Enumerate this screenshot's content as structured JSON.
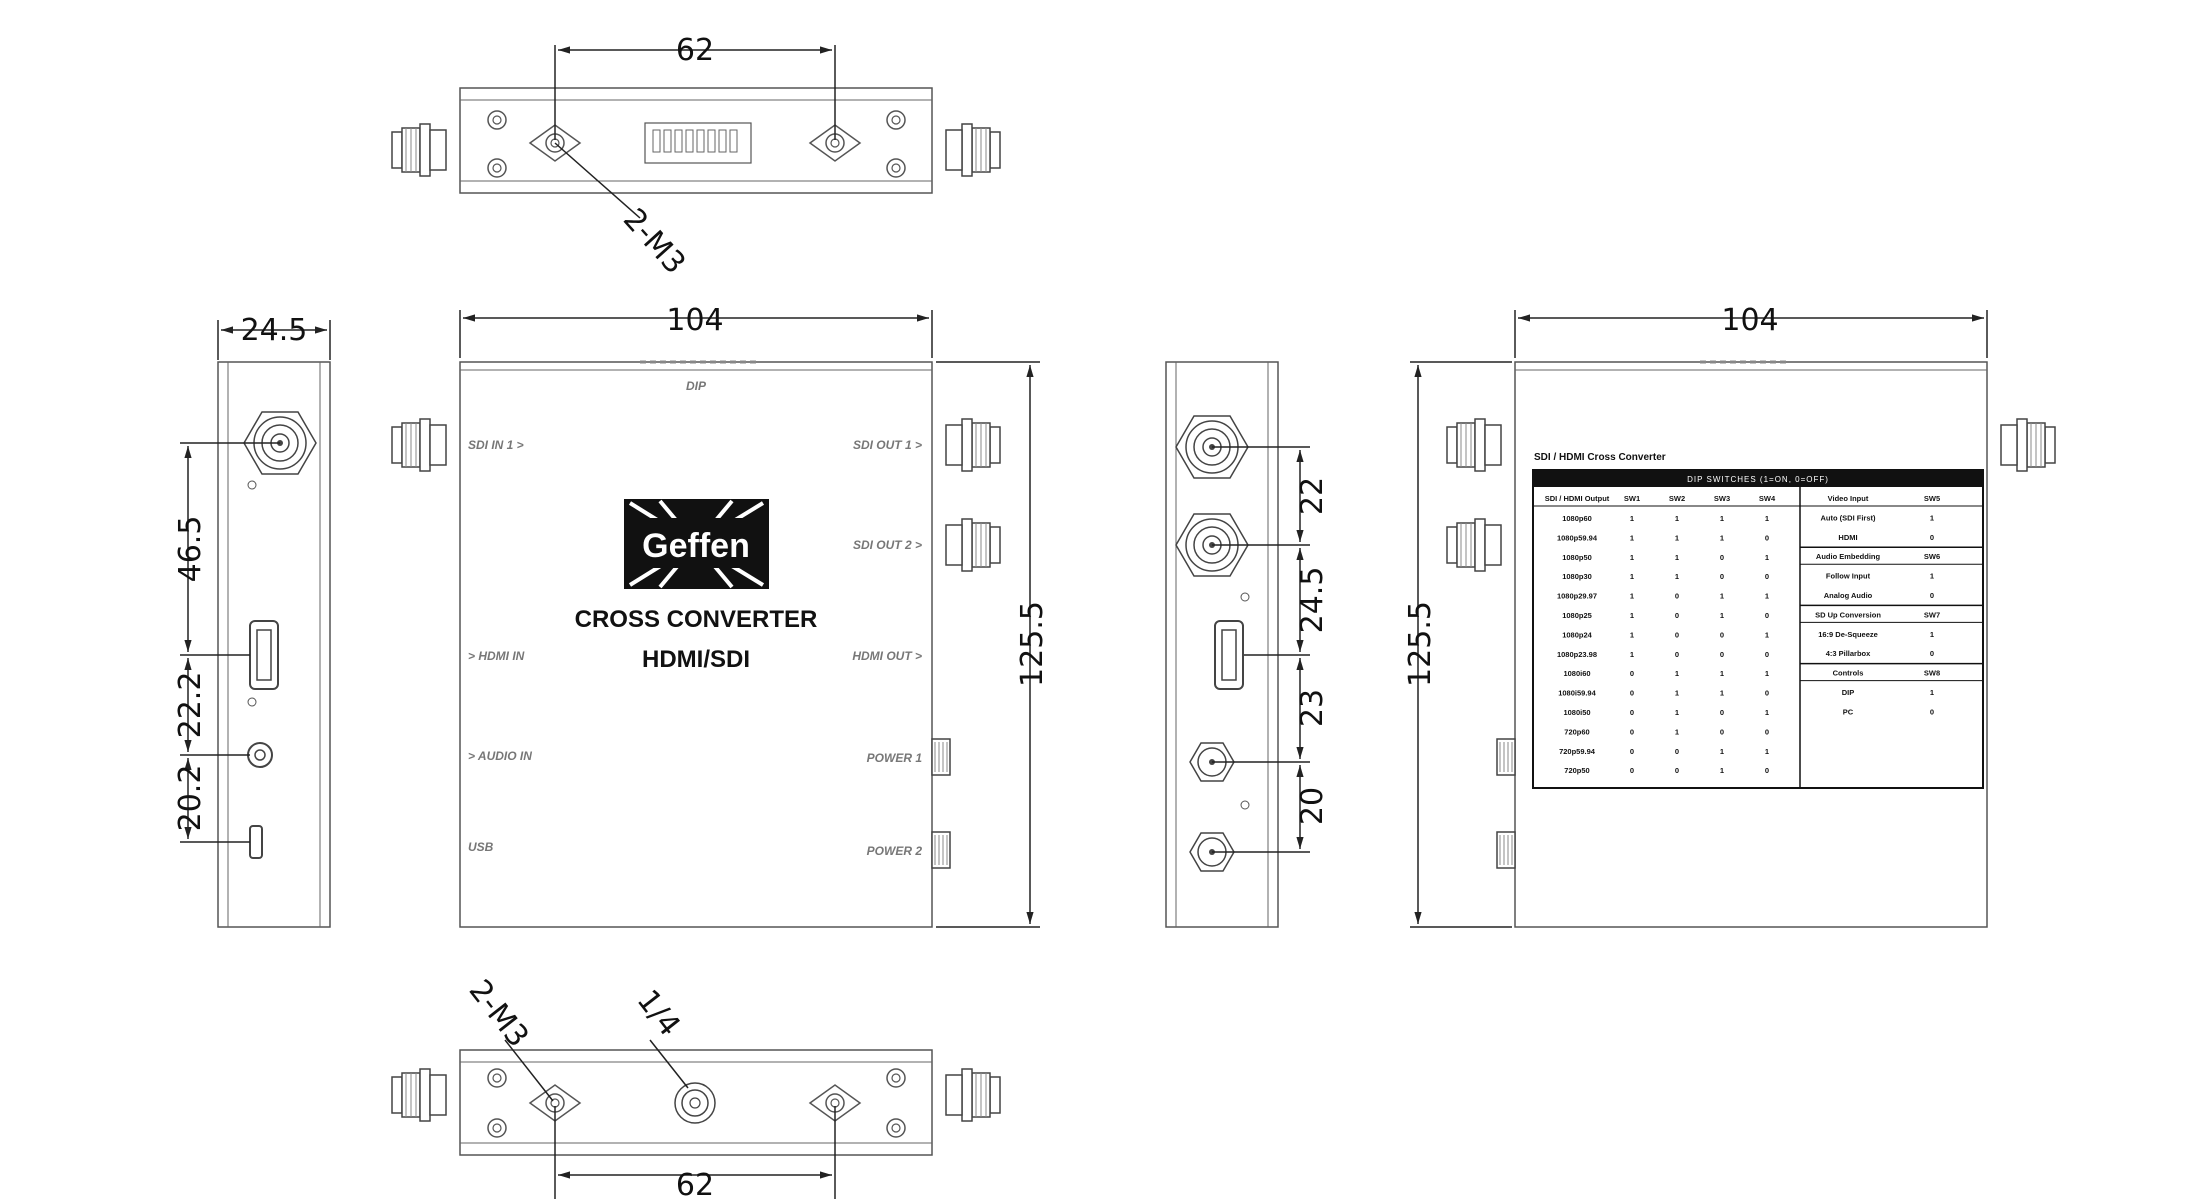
{
  "views": {
    "top": {
      "dim_width": "62",
      "hole_callout": "2-M3"
    },
    "side_left": {
      "dim_width": "24.5",
      "dim_a": "46.5",
      "dim_b": "22.2",
      "dim_c": "20.2"
    },
    "front": {
      "dim_width": "104",
      "dim_height": "125.5",
      "dip_label": "DIP",
      "left_labels": [
        "SDI IN 1 >",
        "> HDMI IN",
        "> AUDIO IN",
        "USB"
      ],
      "right_labels": [
        "SDI OUT 1 >",
        "SDI OUT 2 >",
        "HDMI OUT >",
        "POWER 1",
        "POWER 2"
      ],
      "brand": {
        "logo_text": "Geffen",
        "line1": "CROSS CONVERTER",
        "line2": "HDMI/SDI"
      }
    },
    "side_right": {
      "dims": [
        "22",
        "24.5",
        "23",
        "20"
      ]
    },
    "back": {
      "dim_width": "104",
      "dim_height": "125.5"
    },
    "bottom": {
      "dim_width": "62",
      "hole_callout": "2-M3",
      "tripod_callout": "1/4"
    }
  },
  "dip_table": {
    "title": "SDI / HDMI Cross Converter",
    "header": "DIP SWITCHES (1=ON, 0=OFF)",
    "left_columns": [
      "SDI / HDMI Output",
      "SW1",
      "SW2",
      "SW3",
      "SW4"
    ],
    "left_rows": [
      [
        "1080p60",
        "1",
        "1",
        "1",
        "1"
      ],
      [
        "1080p59.94",
        "1",
        "1",
        "1",
        "0"
      ],
      [
        "1080p50",
        "1",
        "1",
        "0",
        "1"
      ],
      [
        "1080p30",
        "1",
        "1",
        "0",
        "0"
      ],
      [
        "1080p29.97",
        "1",
        "0",
        "1",
        "1"
      ],
      [
        "1080p25",
        "1",
        "0",
        "1",
        "0"
      ],
      [
        "1080p24",
        "1",
        "0",
        "0",
        "1"
      ],
      [
        "1080p23.98",
        "1",
        "0",
        "0",
        "0"
      ],
      [
        "1080i60",
        "0",
        "1",
        "1",
        "1"
      ],
      [
        "1080i59.94",
        "0",
        "1",
        "1",
        "0"
      ],
      [
        "1080i50",
        "0",
        "1",
        "0",
        "1"
      ],
      [
        "720p60",
        "0",
        "1",
        "0",
        "0"
      ],
      [
        "720p59.94",
        "0",
        "0",
        "1",
        "1"
      ],
      [
        "720p50",
        "0",
        "0",
        "1",
        "0"
      ]
    ],
    "right_rows": [
      [
        "Video Input",
        "SW5",
        "h"
      ],
      [
        "Auto (SDI First)",
        "1",
        "r"
      ],
      [
        "HDMI",
        "0",
        "r"
      ],
      [
        "Audio Embedding",
        "SW6",
        "h"
      ],
      [
        "Follow Input",
        "1",
        "r"
      ],
      [
        "Analog Audio",
        "0",
        "r"
      ],
      [
        "SD Up Conversion",
        "SW7",
        "h"
      ],
      [
        "16:9 De-Squeeze",
        "1",
        "r"
      ],
      [
        "4:3 Pillarbox",
        "0",
        "r"
      ],
      [
        "Controls",
        "SW8",
        "h"
      ],
      [
        "DIP",
        "1",
        "r"
      ],
      [
        "PC",
        "0",
        "r"
      ]
    ]
  }
}
